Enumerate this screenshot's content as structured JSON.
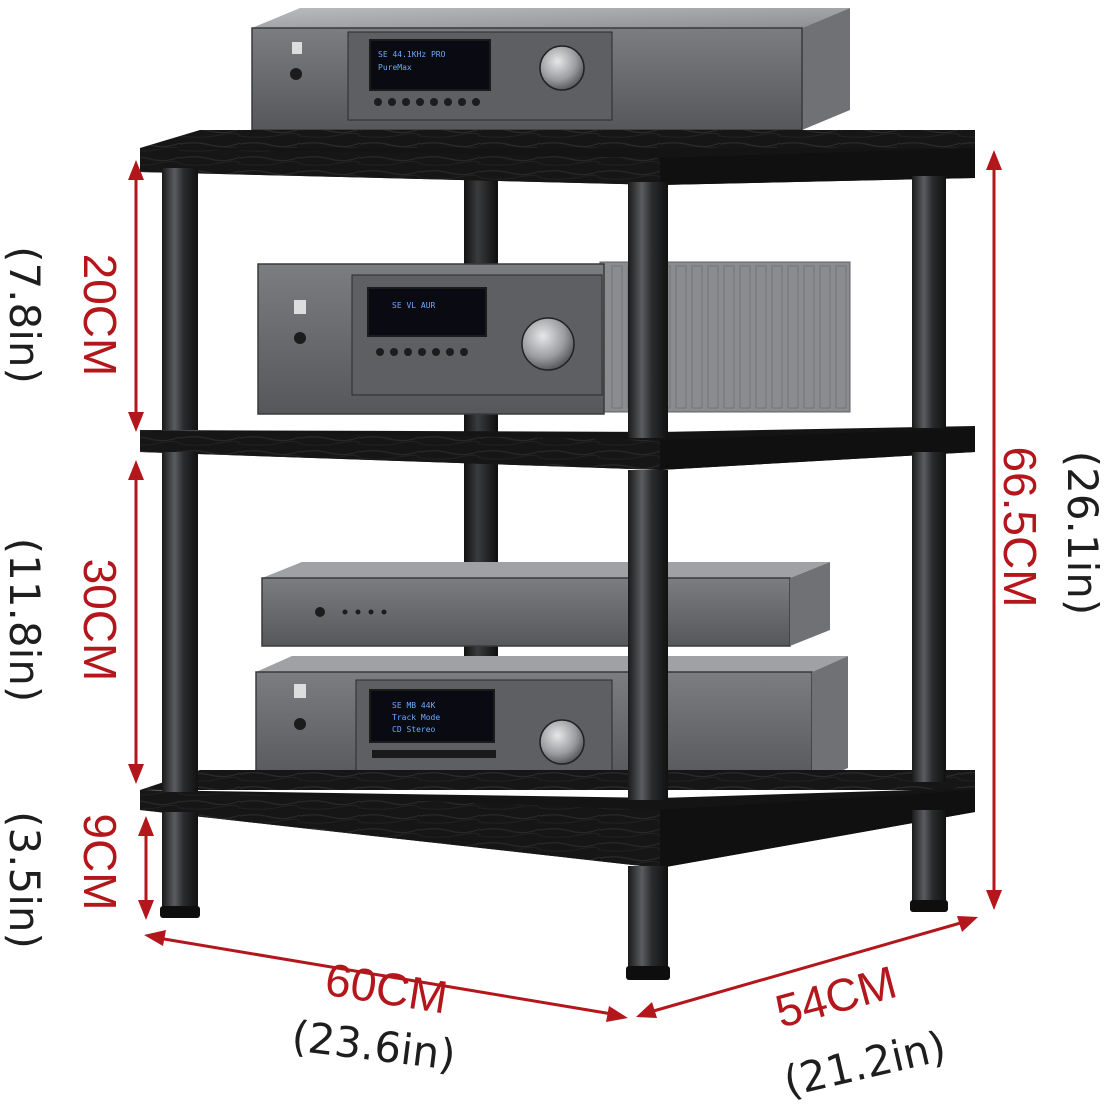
{
  "dimensions": {
    "tier_top": {
      "cm": "20CM",
      "inch": "(7.8in)"
    },
    "tier_middle": {
      "cm": "30CM",
      "inch": "(11.8in)"
    },
    "tier_bottom": {
      "cm": "9CM",
      "inch": "(3.5in)"
    },
    "total_height": {
      "cm": "66.5CM",
      "inch": "(26.1in)"
    },
    "width": {
      "cm": "60CM",
      "inch": "(23.6in)"
    },
    "depth": {
      "cm": "54CM",
      "inch": "(21.2in)"
    }
  },
  "colors": {
    "dimension_red": "#b3161b",
    "shelf_black": "#141414",
    "device_gray": "#6b6d70",
    "display_blue": "#6ea8ff"
  },
  "icons": [
    "rack-product-image",
    "amplifier-device",
    "receiver-device",
    "cd-player-device",
    "dac-device"
  ]
}
